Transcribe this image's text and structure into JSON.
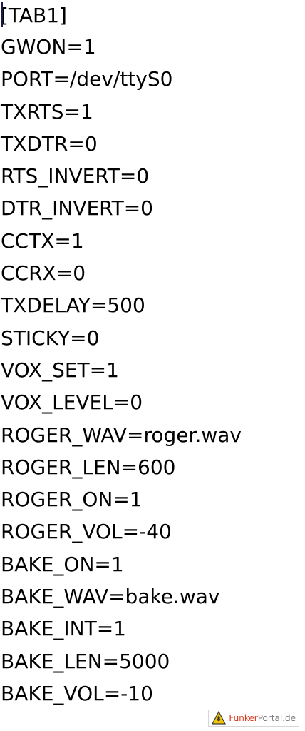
{
  "editor": {
    "lines": [
      "[TAB1]",
      "GWON=1",
      "PORT=/dev/ttyS0",
      "TXRTS=1",
      "TXDTR=0",
      "RTS_INVERT=0",
      "DTR_INVERT=0",
      "CCTX=1",
      "CCRX=0",
      "TXDELAY=500",
      "STICKY=0",
      "VOX_SET=1",
      "VOX_LEVEL=0",
      "ROGER_WAV=roger.wav",
      "ROGER_LEN=600",
      "ROGER_ON=1",
      "ROGER_VOL=-40",
      "BAKE_ON=1",
      "BAKE_WAV=bake.wav",
      "BAKE_INT=1",
      "BAKE_LEN=5000",
      "BAKE_VOL=-10"
    ]
  },
  "watermark": {
    "part_a": "Funker",
    "part_b": "Portal.de",
    "icon": "warning-triangle-icon",
    "colors": {
      "accent": "#d93a1d",
      "muted": "#7a7a7a",
      "icon_fill": "#f2c400"
    }
  }
}
